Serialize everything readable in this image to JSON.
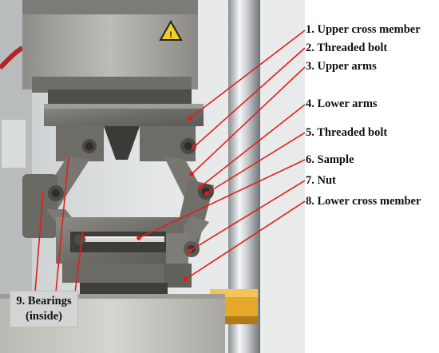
{
  "figure": {
    "labels": [
      "1. Upper cross member",
      "2. Threaded bolt",
      "3. Upper arms",
      "4. Lower arms",
      "5. Threaded bolt",
      "6. Sample",
      "7. Nut",
      "8. Lower cross member"
    ],
    "bearings_line1": "9. Bearings",
    "bearings_line2": "(inside)",
    "leader_color": "#e51c1c"
  }
}
